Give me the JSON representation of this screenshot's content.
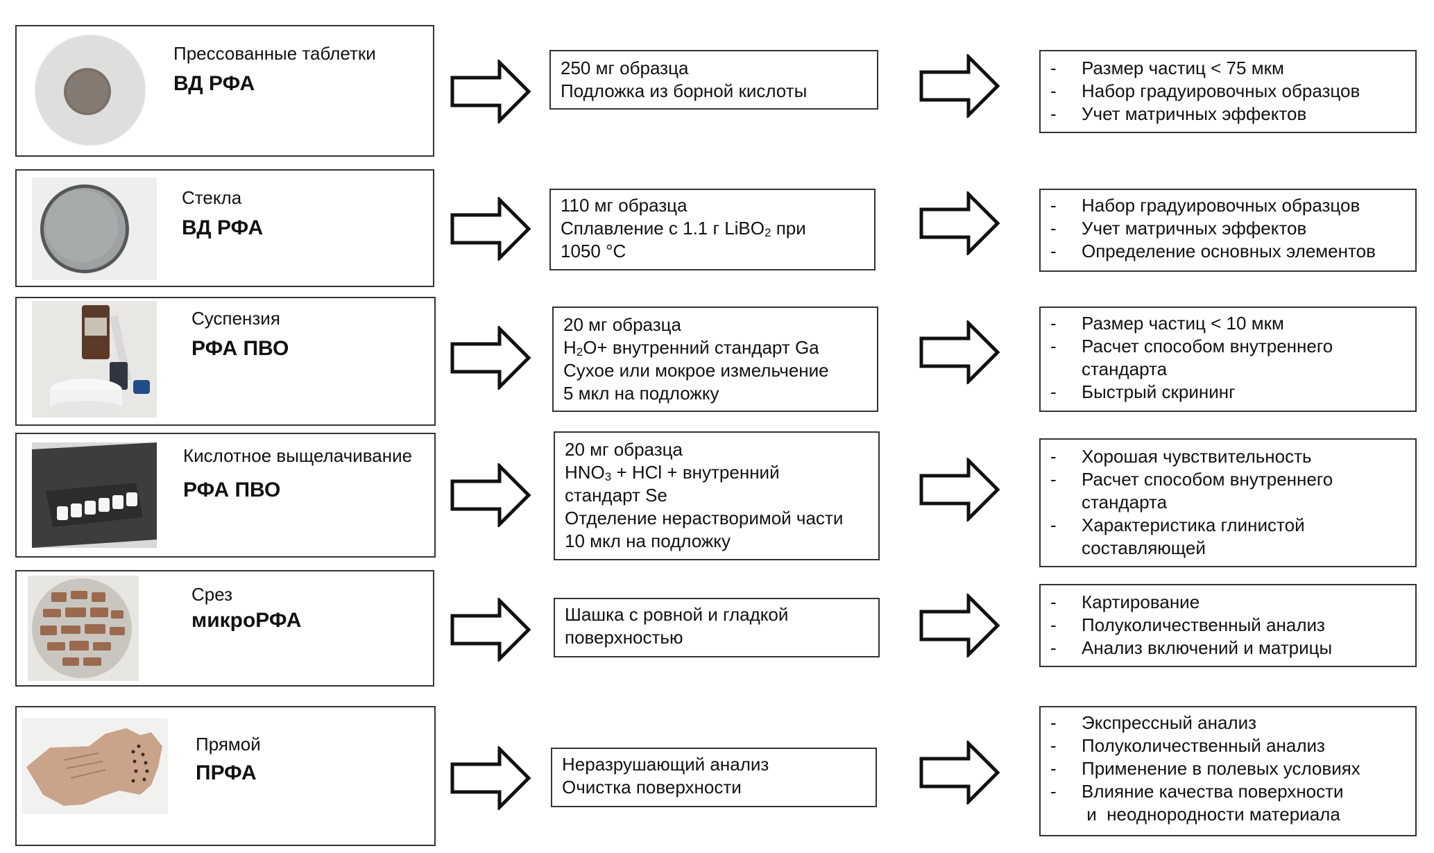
{
  "rows": [
    {
      "method": "Прессованные таблетки",
      "abbr": "ВД РФА",
      "photo_icon": "pressed-pellet-photo",
      "prep": [
        "250 мг образца",
        "Подложка из борной кислоты"
      ],
      "notes": [
        "Размер частиц < 75 мкм",
        "Набор градуировочных образцов",
        "Учет матричных эффектов"
      ]
    },
    {
      "method": "Стекла",
      "abbr": "ВД РФА",
      "photo_icon": "fused-glass-disc-photo",
      "prep": [
        "110 мг образца",
        "Сплавление с 1.1 г LiBO",
        "2",
        " при",
        "1050 °C"
      ],
      "notes": [
        "Набор градуировочных образцов",
        "Учет матричных эффектов",
        "Определение основных элементов"
      ]
    },
    {
      "method": "Суспензия",
      "abbr": "РФА ПВО",
      "photo_icon": "suspension-pipette-photo",
      "prep": [
        "20 мг образца",
        "H",
        "2",
        "O+ внутренний стандарт Ga",
        "Сухое или мокрое измельчение",
        "5 мкл на подложку"
      ],
      "notes": [
        "Размер частиц < 10 мкм",
        "Расчет способом внутреннего",
        "стандарта",
        "Быстрый скрининг"
      ]
    },
    {
      "method": "Кислотное выщелачивание",
      "abbr": "РФА ПВО",
      "photo_icon": "sample-carriers-tray-photo",
      "prep": [
        "20 мг образца",
        "HNO",
        "3",
        " + HCl + внутренний",
        "стандарт Se",
        "Отделение нерастворимой части",
        "10 мкл на подложку"
      ],
      "notes": [
        "Хорошая чувствительность",
        "Расчет способом внутреннего",
        "стандарта",
        "Характеристика глинистой",
        "составляющей"
      ]
    },
    {
      "method": "Срез",
      "abbr": "микроРФА",
      "photo_icon": "polished-sections-photo",
      "prep": [
        "Шашка с ровной и гладкой",
        "поверхностью"
      ],
      "notes": [
        "Картирование",
        "Полуколичественный анализ",
        "Анализ включений и матрицы"
      ]
    },
    {
      "method": "Прямой",
      "abbr": "ПРФА",
      "photo_icon": "ceramic-shard-photo",
      "prep": [
        "Неразрушающий анализ",
        "Очистка поверхности"
      ],
      "notes": [
        "Экспрессный анализ",
        "Полуколичественный анализ",
        "Применение в полевых условиях",
        "Влияние качества поверхности",
        " и  неоднородности материала"
      ]
    }
  ],
  "dash": "-",
  "colors": {
    "border": "#333333",
    "text": "#111111"
  }
}
